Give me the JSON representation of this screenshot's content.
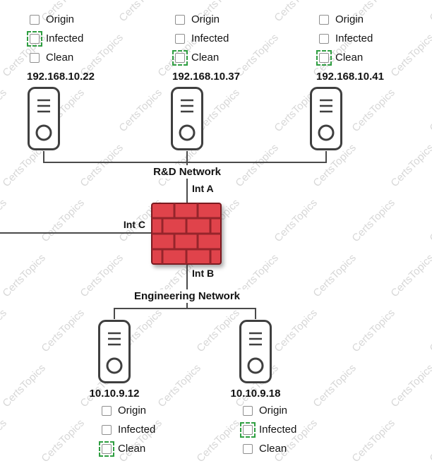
{
  "watermark": {
    "text": "CertsTopics"
  },
  "colors": {
    "firewall_red": "#e0434b",
    "firewall_grout": "#96242b",
    "highlight_green": "#2f9e41"
  },
  "diagram": {
    "rnd": {
      "label": "R&D Network",
      "servers": [
        {
          "ip": "192.168.10.22",
          "options": [
            {
              "label": "Origin",
              "selected": false
            },
            {
              "label": "Infected",
              "selected": true
            },
            {
              "label": "Clean",
              "selected": false
            }
          ]
        },
        {
          "ip": "192.168.10.37",
          "options": [
            {
              "label": "Origin",
              "selected": false
            },
            {
              "label": "Infected",
              "selected": false
            },
            {
              "label": "Clean",
              "selected": true
            }
          ]
        },
        {
          "ip": "192.168.10.41",
          "options": [
            {
              "label": "Origin",
              "selected": false
            },
            {
              "label": "Infected",
              "selected": false
            },
            {
              "label": "Clean",
              "selected": true
            }
          ]
        }
      ]
    },
    "firewall": {
      "int_top": "Int A",
      "int_left": "Int C",
      "int_bottom": "Int B",
      "fill": "#e0434b"
    },
    "eng": {
      "label": "Engineering Network",
      "servers": [
        {
          "ip": "10.10.9.12",
          "options": [
            {
              "label": "Origin",
              "selected": false
            },
            {
              "label": "Infected",
              "selected": false
            },
            {
              "label": "Clean",
              "selected": true
            }
          ]
        },
        {
          "ip": "10.10.9.18",
          "options": [
            {
              "label": "Origin",
              "selected": false
            },
            {
              "label": "Infected",
              "selected": true
            },
            {
              "label": "Clean",
              "selected": false
            }
          ]
        }
      ]
    }
  }
}
